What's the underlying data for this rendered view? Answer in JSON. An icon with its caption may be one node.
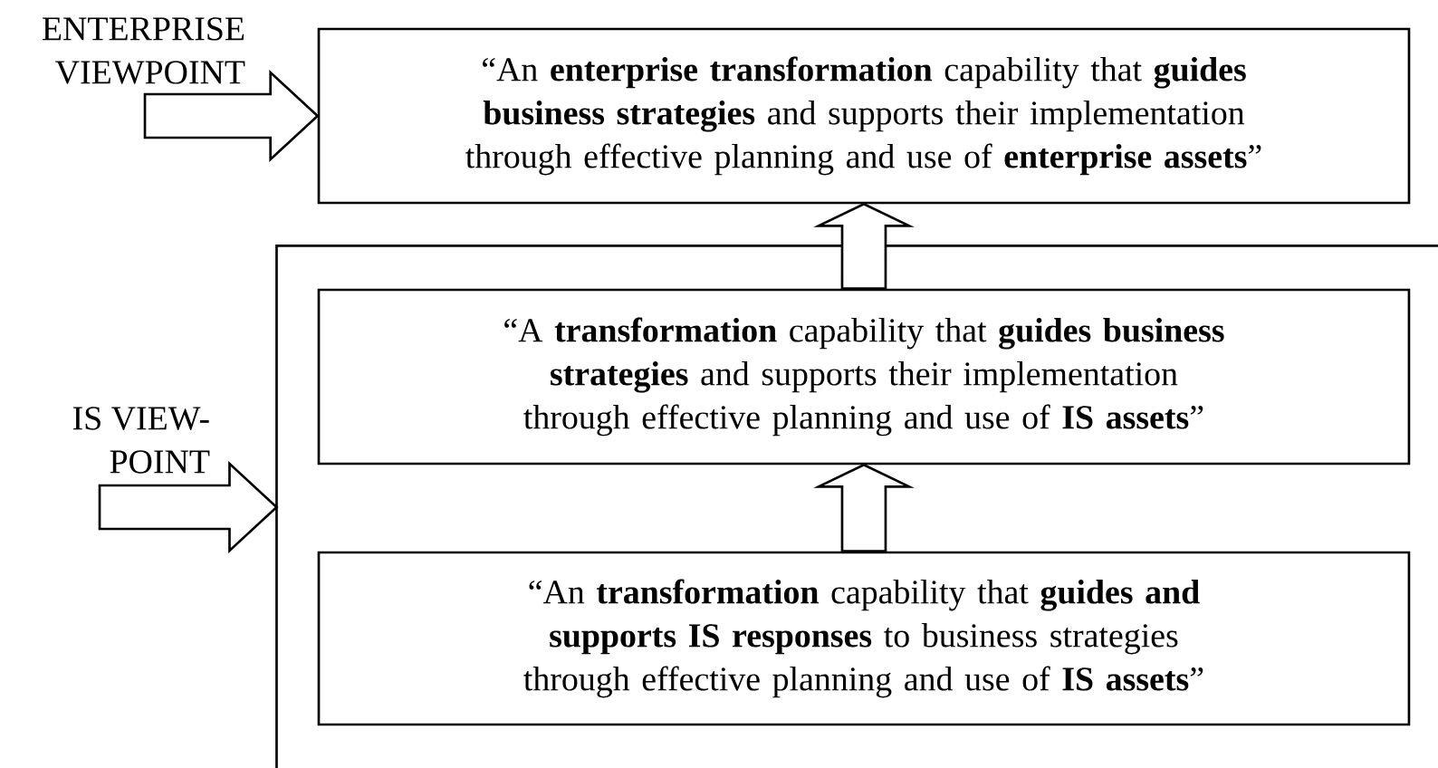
{
  "diagram": {
    "nodes": [
      {
        "text": [
          "ENTERPRISE VIEWPOINT"
        ]
      },
      {
        "text": [
          "“An **enterprise transformation** capability that **guides business strategies** and supports their implementation through effective planning and use of **enterprise assets**”"
        ]
      },
      {
        "text": [
          "IS VIEW- POINT"
        ]
      },
      {
        "text": [],
        "shape": "box"
      },
      {
        "text": [
          "“A **transformation** capability that **guides business strategies** and supports their implementation through effective planning and use of **IS assets**”"
        ],
        "in": 3
      },
      {
        "text": [
          "“An **transformation** capability that **guides and supports IS responses** to business strategies through effective planning and use of **IS assets**”"
        ],
        "in": 3
      }
    ],
    "edges": [
      {
        "from": 0,
        "to": 1,
        "arrow": "to"
      },
      {
        "from": 2,
        "to": 3,
        "arrow": "to"
      },
      {
        "from": 5,
        "to": 4,
        "arrow": "to"
      },
      {
        "from": 4,
        "to": 1,
        "arrow": "to"
      }
    ]
  }
}
